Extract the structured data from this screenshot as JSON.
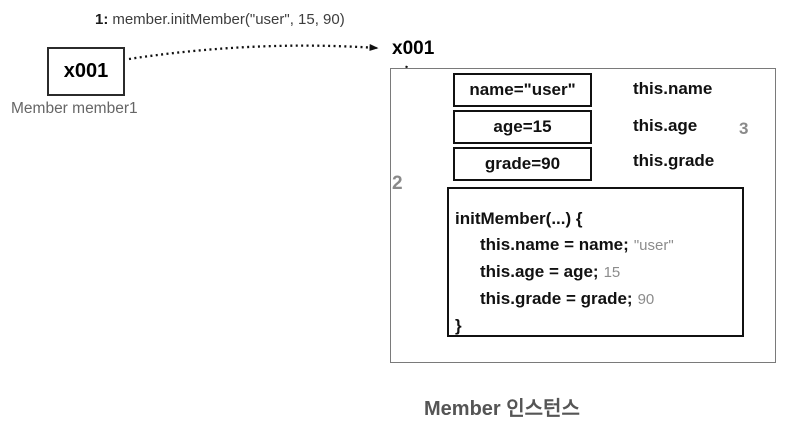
{
  "call": {
    "step": "1:",
    "text": "member.initMember(\"user\", 15, 90)"
  },
  "ref_box": {
    "value": "x001",
    "caption": "Member member1"
  },
  "instance": {
    "ref_label": "x001",
    "step2": "2",
    "step3": "3",
    "fields": [
      {
        "text": "name=\"user\"",
        "this_label": "this.name"
      },
      {
        "text": "age=15",
        "this_label": "this.age"
      },
      {
        "text": "grade=90",
        "this_label": "this.grade"
      }
    ],
    "method": {
      "signature": "initMember(...) {",
      "lines": [
        {
          "code": "this.name = name;",
          "value": "\"user\""
        },
        {
          "code": "this.age = age;",
          "value": "15"
        },
        {
          "code": "this.grade = grade;",
          "value": "90"
        }
      ],
      "close": "}"
    },
    "caption": "Member 인스턴스"
  },
  "colors": {
    "text_black": "#111111",
    "text_gray": "#666666",
    "step_gray": "#8a8a8a",
    "value_gray": "#8c8c8c",
    "outer_border_gray": "#7a7a7a",
    "inner_border_black": "#111111"
  }
}
